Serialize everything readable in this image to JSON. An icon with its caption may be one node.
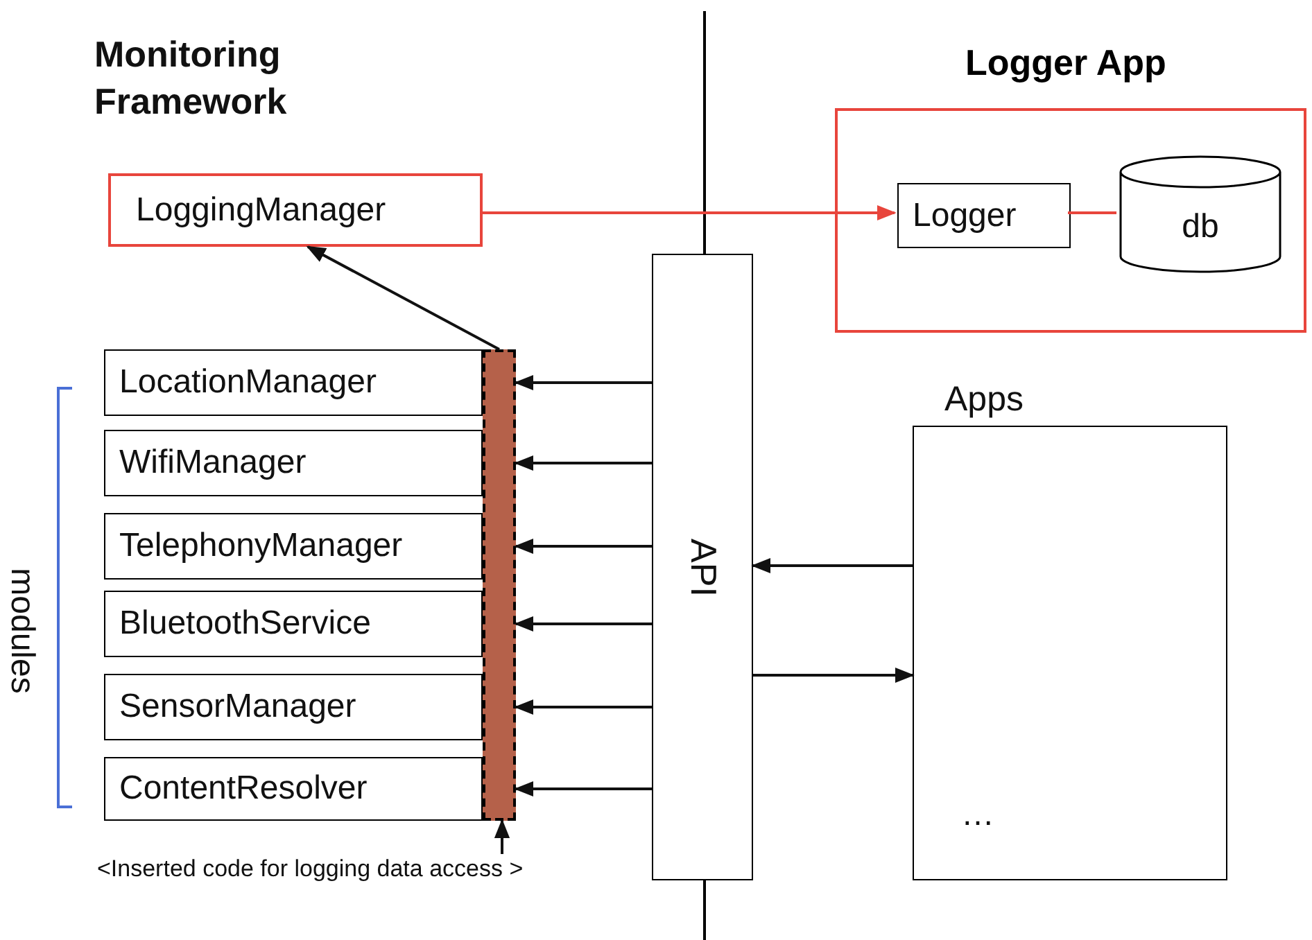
{
  "diagram": {
    "nodes": [
      {
        "text": [
          "Logger App"
        ]
      },
      {
        "text": [
          "Logger"
        ],
        "in": 0
      },
      {
        "text": [
          "db"
        ],
        "in": 0
      },
      {
        "text": [
          "LoggingManager"
        ]
      },
      {
        "text": [
          "API"
        ]
      },
      {
        "text": [
          "Apps",
          "…"
        ]
      },
      {
        "text": [
          "LocationManager"
        ]
      },
      {
        "text": [
          "WifiManager"
        ]
      },
      {
        "text": [
          "TelephonyManager"
        ]
      },
      {
        "text": [
          "BluetoothService"
        ]
      },
      {
        "text": [
          "SensorManager"
        ]
      },
      {
        "text": [
          "ContentResolver"
        ]
      },
      {
        "text": [],
        "shape": "bar"
      },
      {
        "text": [
          "<Inserted code for logging data access >"
        ]
      }
    ],
    "edges": [
      {
        "from": 3,
        "to": 1,
        "arrow": "to",
        "color": "#e8453c"
      },
      {
        "from": 1,
        "to": 2,
        "arrow": "none",
        "color": "#e8453c"
      },
      {
        "from": 12,
        "to": 3,
        "arrow": "to"
      },
      {
        "from": 4,
        "to": 12,
        "arrow": "to"
      },
      {
        "from": 4,
        "to": 12,
        "arrow": "to"
      },
      {
        "from": 4,
        "to": 12,
        "arrow": "to"
      },
      {
        "from": 4,
        "to": 12,
        "arrow": "to"
      },
      {
        "from": 4,
        "to": 12,
        "arrow": "to"
      },
      {
        "from": 4,
        "to": 12,
        "arrow": "to"
      },
      {
        "from": 5,
        "to": 4,
        "arrow": "to"
      },
      {
        "from": 4,
        "to": 5,
        "arrow": "to"
      },
      {
        "from": 13,
        "to": 12,
        "arrow": "to"
      }
    ],
    "labels": [
      "Monitoring Framework",
      "modules"
    ]
  }
}
